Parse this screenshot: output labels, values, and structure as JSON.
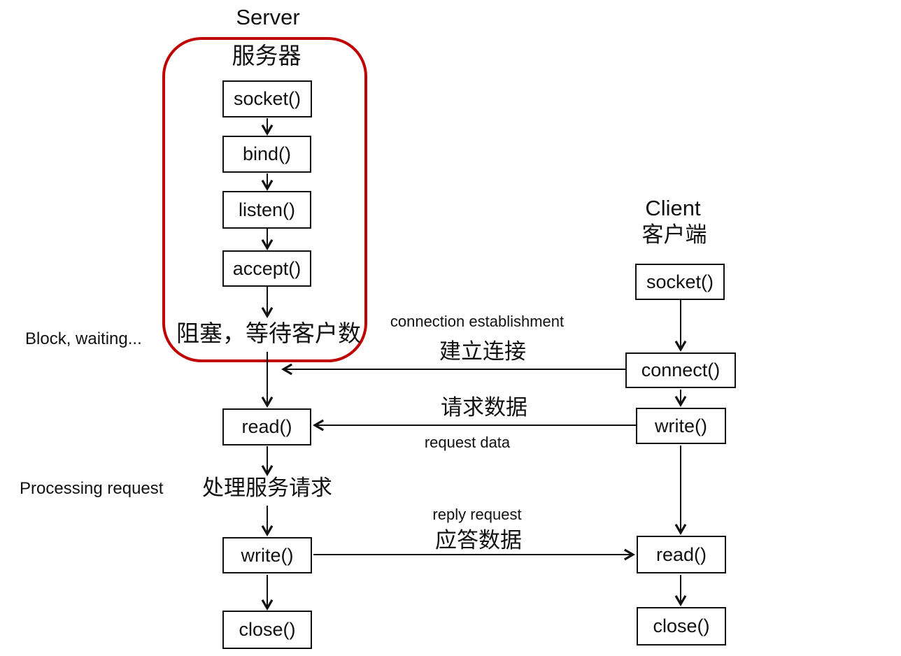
{
  "server": {
    "title": "Server",
    "subtitle": "服务器",
    "socket": "socket()",
    "bind": "bind()",
    "listen": "listen()",
    "accept": "accept()",
    "block_note_en": "Block, waiting...",
    "block_note_cn": "阻塞，等待客户数",
    "read": "read()",
    "processing_en": "Processing request",
    "processing_cn": "处理服务请求",
    "write": "write()",
    "close": "close()"
  },
  "client": {
    "title": "Client",
    "subtitle": "客户端",
    "socket": "socket()",
    "connect": "connect()",
    "write": "write()",
    "read": "read()",
    "close": "close()"
  },
  "messages": {
    "connection_establishment_en": "connection establishment",
    "connection_establishment_cn": "建立连接",
    "request_data_cn": "请求数据",
    "request_data_en": "request data",
    "reply_request_en": "reply request",
    "reply_request_cn": "应答数据"
  },
  "colors": {
    "frame_red": "#c00000",
    "line_black": "#111111"
  }
}
